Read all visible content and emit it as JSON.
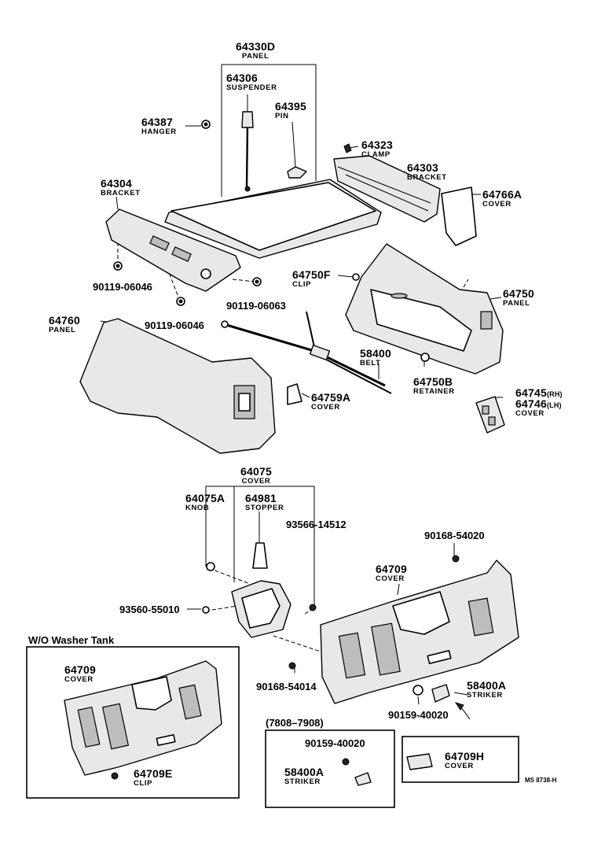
{
  "parts": {
    "p64330d": {
      "num": "64330D",
      "desc": "PANEL"
    },
    "p64306": {
      "num": "64306",
      "desc": "SUSPENDER"
    },
    "p64395": {
      "num": "64395",
      "desc": "PIN"
    },
    "p64387": {
      "num": "64387",
      "desc": "HANGER"
    },
    "p64323": {
      "num": "64323",
      "desc": "CLAMP"
    },
    "p64303": {
      "num": "64303",
      "desc": "BRACKET"
    },
    "p64766a": {
      "num": "64766A",
      "desc": "COVER"
    },
    "p64304": {
      "num": "64304",
      "desc": "BRACKET"
    },
    "p64750f": {
      "num": "64750F",
      "desc": "CLIP"
    },
    "p64750": {
      "num": "64750",
      "desc": "PANEL"
    },
    "p90119_06046a": {
      "num": "90119-06046"
    },
    "p90119_06063": {
      "num": "90119-06063"
    },
    "p90119_06046b": {
      "num": "90119-06046"
    },
    "p64760": {
      "num": "64760",
      "desc": "PANEL"
    },
    "p58400": {
      "num": "58400",
      "desc": "BELT"
    },
    "p64750b": {
      "num": "64750B",
      "desc": "RETAINER"
    },
    "p64745": {
      "num": "64745",
      "suffix": "(RH)"
    },
    "p64746": {
      "num": "64746",
      "suffix": "(LH)",
      "desc": "COVER"
    },
    "p64759a": {
      "num": "64759A",
      "desc": "COVER"
    },
    "p64075": {
      "num": "64075",
      "desc": "COVER"
    },
    "p64075a": {
      "num": "64075A",
      "desc": "KNOB"
    },
    "p64981": {
      "num": "64981",
      "desc": "STOPPER"
    },
    "p93566_14512": {
      "num": "93566-14512"
    },
    "p90168_54020": {
      "num": "90168-54020"
    },
    "p64709": {
      "num": "64709",
      "desc": "COVER"
    },
    "p93560_55010": {
      "num": "93560-55010"
    },
    "p90168_54014": {
      "num": "90168-54014"
    },
    "p58400a": {
      "num": "58400A",
      "desc": "STRIKER"
    },
    "p90159_40020": {
      "num": "90159-40020"
    },
    "wo_64709": {
      "num": "64709",
      "desc": "COVER"
    },
    "wo_64709e": {
      "num": "64709E",
      "desc": "CLIP"
    },
    "b2_90159_40020": {
      "num": "90159-40020"
    },
    "b2_58400a": {
      "num": "58400A",
      "desc": "STRIKER"
    },
    "b3_64709h": {
      "num": "64709H",
      "desc": "COVER"
    }
  },
  "groups": {
    "wo_washer_tank": "W/O Washer Tank",
    "date_range": "(7808–7908)"
  },
  "reference": "MS 8738-H"
}
